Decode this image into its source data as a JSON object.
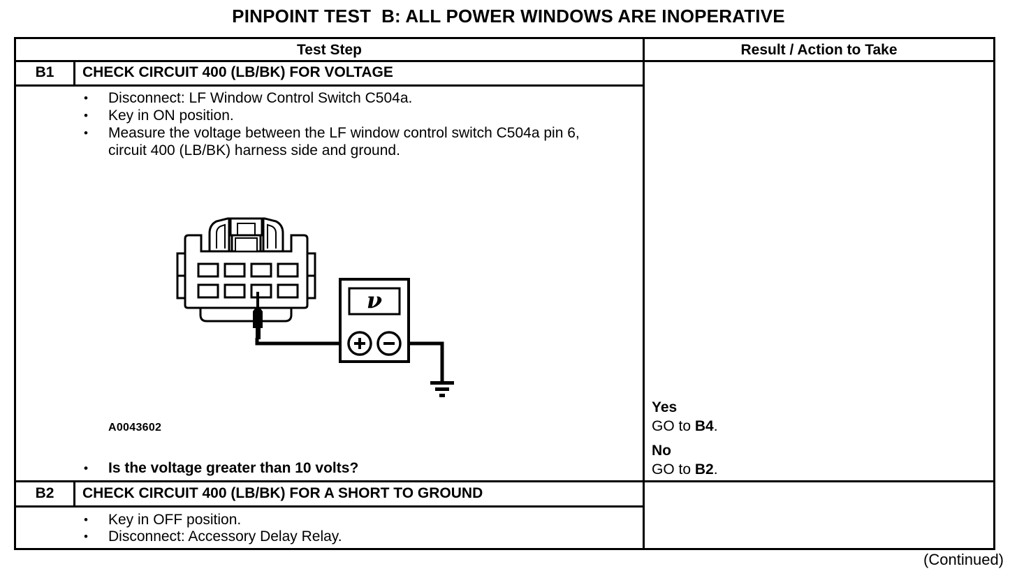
{
  "page": {
    "title": "PINPOINT TEST  B: ALL POWER WINDOWS ARE INOPERATIVE",
    "continued": "(Continued)",
    "bullet_char": "•"
  },
  "table": {
    "headers": {
      "test_step": "Test Step",
      "result": "Result / Action to Take"
    }
  },
  "steps": [
    {
      "id": "B1",
      "title": "CHECK CIRCUIT 400 (LB/BK) FOR VOLTAGE",
      "bullets": [
        "Disconnect: LF Window Control Switch C504a.",
        "Key in ON position.",
        "Measure the voltage between the LF window control switch C504a pin 6, circuit 400 (LB/BK) harness side and ground."
      ],
      "figure": {
        "label": "A0043602",
        "display_glyph": "ν"
      },
      "question": "Is the voltage greater than 10 volts?",
      "results": [
        {
          "verdict": "Yes",
          "action_pre": "GO to ",
          "action_target": "B4",
          "action_post": "."
        },
        {
          "verdict": "No",
          "action_pre": "GO to ",
          "action_target": "B2",
          "action_post": "."
        }
      ]
    },
    {
      "id": "B2",
      "title": "CHECK CIRCUIT 400 (LB/BK) FOR A SHORT TO GROUND",
      "bullets": [
        "Key in OFF position.",
        "Disconnect: Accessory Delay Relay."
      ]
    }
  ],
  "colors": {
    "ink": "#000000",
    "paper": "#ffffff"
  }
}
